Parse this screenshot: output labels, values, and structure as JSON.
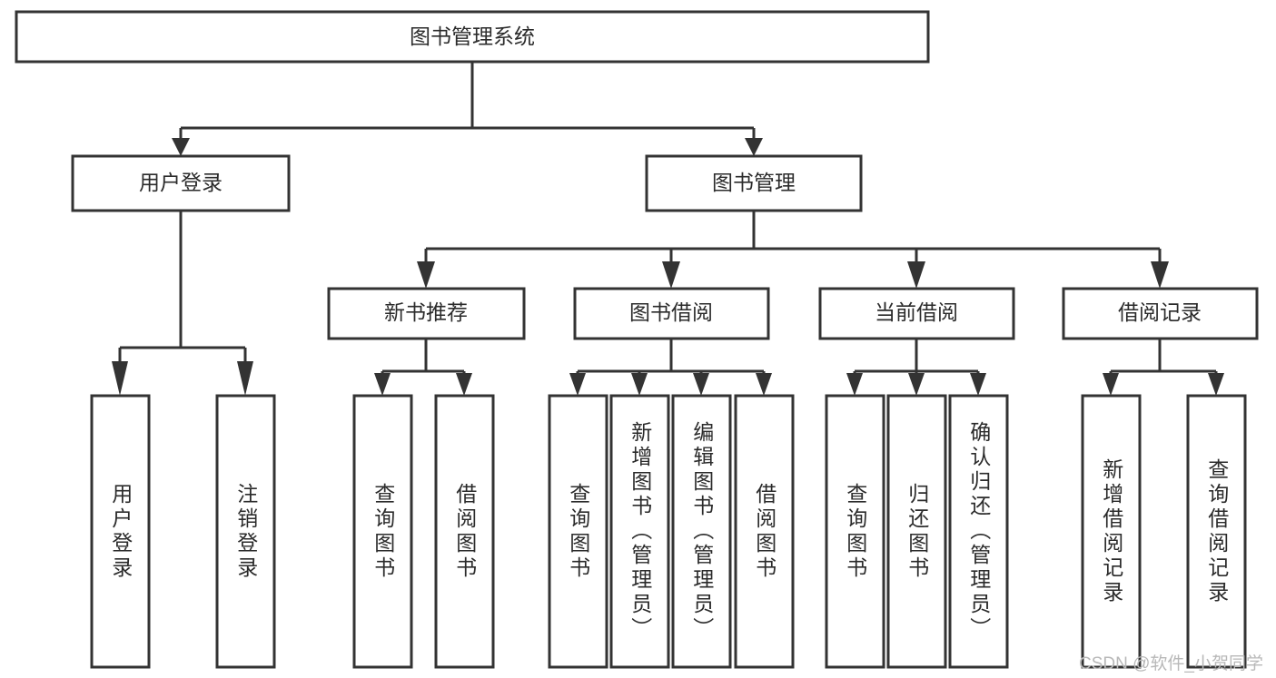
{
  "diagram": {
    "type": "tree",
    "title": "图书管理系统",
    "orientation": "top-down",
    "background_color": "#ffffff",
    "line_color": "#333333",
    "text_color": "#2b2b2b"
  },
  "root": {
    "label": "图书管理系统"
  },
  "level2": [
    {
      "label": "用户登录"
    },
    {
      "label": "图书管理"
    }
  ],
  "level3": [
    {
      "label": "新书推荐"
    },
    {
      "label": "图书借阅"
    },
    {
      "label": "当前借阅"
    },
    {
      "label": "借阅记录"
    }
  ],
  "leaves": {
    "user_login": [
      {
        "label": "用户登录"
      },
      {
        "label": "注销登录"
      }
    ],
    "new_book_recommend": [
      {
        "label": "查询图书"
      },
      {
        "label": "借阅图书"
      }
    ],
    "book_borrow": [
      {
        "label": "查询图书"
      },
      {
        "label": "新增图书（管理员）"
      },
      {
        "label": "编辑图书（管理员）"
      },
      {
        "label": "借阅图书"
      }
    ],
    "current_borrow": [
      {
        "label": "查询图书"
      },
      {
        "label": "归还图书"
      },
      {
        "label": "确认归还（管理员）"
      }
    ],
    "borrow_record": [
      {
        "label": "新增借阅记录"
      },
      {
        "label": "查询借阅记录"
      }
    ]
  },
  "watermark": {
    "text": "CSDN @软件_小贺同学"
  }
}
